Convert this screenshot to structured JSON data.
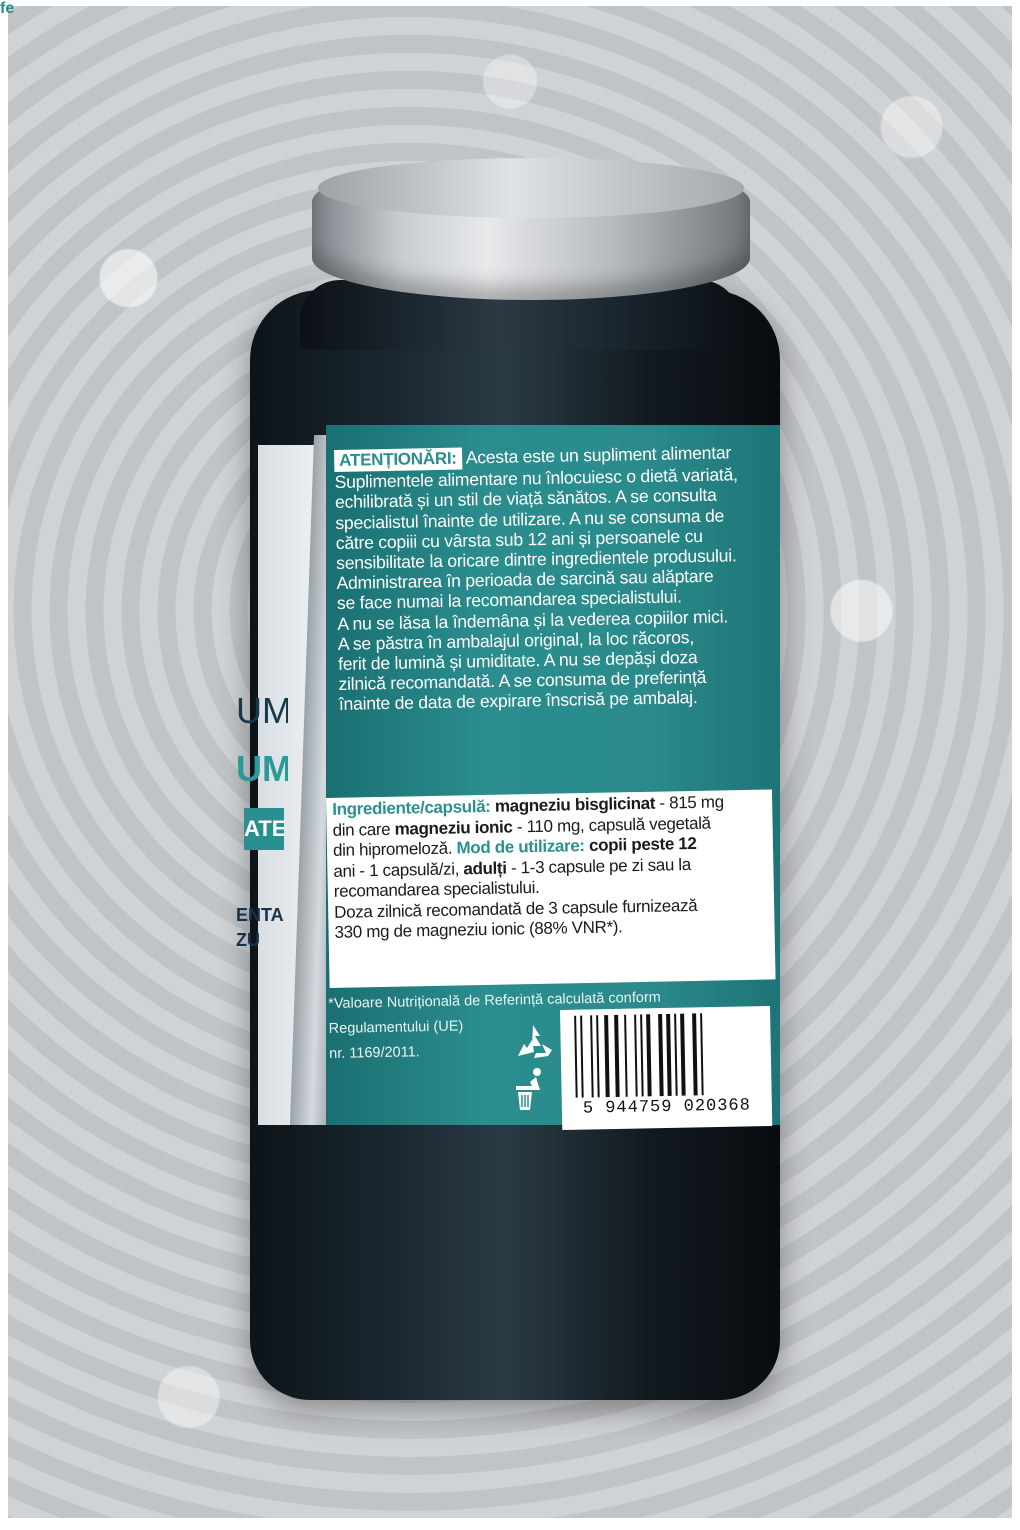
{
  "warnings": {
    "heading": "ATENȚIONĂRI:",
    "lines": [
      "Acesta este un supliment alimentar",
      "Suplimentele alimentare nu înlocuiesc o dietă variată,",
      "echilibrată și un stil de viață sănătos. A se consulta",
      "specialistul înainte de utilizare. A nu se consuma de",
      "către copiii cu vârsta sub 12 ani și persoanele cu",
      "sensibilitate la oricare dintre ingredientele produsului.",
      "Administrarea în perioada de sarcină sau alăptare",
      "se face numai la recomandarea specialistului.",
      "A nu se lăsa la îndemâna și la vederea copiilor mici.",
      "A se păstra în ambalajul original, la loc răcoros,",
      "ferit de lumină și umiditate. A nu se depăși doza",
      "zilnică recomandată. A se consuma de preferință",
      "înainte de data de expirare înscrisă pe ambalaj."
    ]
  },
  "ingredients": {
    "heading": "Ingrediente/capsulă:",
    "l1_bold": "magneziu bisglicinat",
    "l1_rest": " - 815 mg",
    "l2_a": "din care ",
    "l2_bold": "magneziu ionic",
    "l2_rest": " - 110 mg, capsulă vegetală",
    "l3": "din hipromeloză.",
    "usage_heading": "Mod de utilizare:",
    "l3_rest": " copii peste 12",
    "l4_a": "ani - 1 capsulă/zi, ",
    "l4_bold": "adulți",
    "l4_rest": " - 1-3 capsule pe zi sau la",
    "l5": "recomandarea specialistului.",
    "l6": "Doza zilnică recomandată de 3 capsule furnizează",
    "l7": "330 mg de magneziu ionic (88% VNR*)."
  },
  "footnote": {
    "l1": "*Valoare Nutrițională de Referință calculată conform",
    "l2": "Regulamentului (UE)",
    "l3": "nr. 1169/2011."
  },
  "barcode": {
    "digits": "5 944759 020368"
  },
  "front_panel": {
    "partial_1": "UM",
    "partial_2": "UM",
    "partial_badge": "ATE",
    "partial_3": "ENTAR",
    "partial_4": "ZU",
    "partial_logo": "fe"
  },
  "colors": {
    "teal": "#2b8d8e",
    "bottle": "#111a20",
    "cap": "#c8ccd0"
  }
}
